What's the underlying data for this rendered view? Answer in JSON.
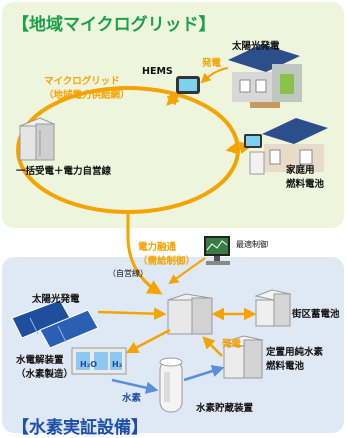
{
  "title_top": "【地域マイクログリッド】",
  "title_bottom": "【水素実証設備】",
  "labels": {
    "solar_top": "太陽光発電",
    "hems": "HEMS",
    "power_gen_top": "発電",
    "microgrid_1": "マイクログリッド",
    "microgrid_2": "（地域電力供給網）",
    "bulk_receive": "一括受電＋電力自営線",
    "home_fc_1": "家庭用",
    "home_fc_2": "燃料電池",
    "interchange_1": "電力融通",
    "interchange_2": "（需給制御）",
    "optimal_control": "最適制御",
    "private_line": "（自営線）",
    "solar_bottom": "太陽光発電",
    "street_battery": "街区蓄電池",
    "electrolyzer_1": "水電解装置",
    "electrolyzer_2": "（水素製造）",
    "power_gen_bottom": "発電",
    "pure_h2_fc_1": "定置用純水素",
    "pure_h2_fc_2": "燃料電池",
    "hydrogen": "水素",
    "h2_storage": "水素貯蔵装置",
    "h2o": "H₂O",
    "h2": "H₂"
  },
  "colors": {
    "orange": "#f4a300",
    "green_title": "#1aa24a",
    "blue_title": "#1d4fa8",
    "top_panel": "#eef5dc",
    "bottom_panel": "#dfe9f6"
  }
}
